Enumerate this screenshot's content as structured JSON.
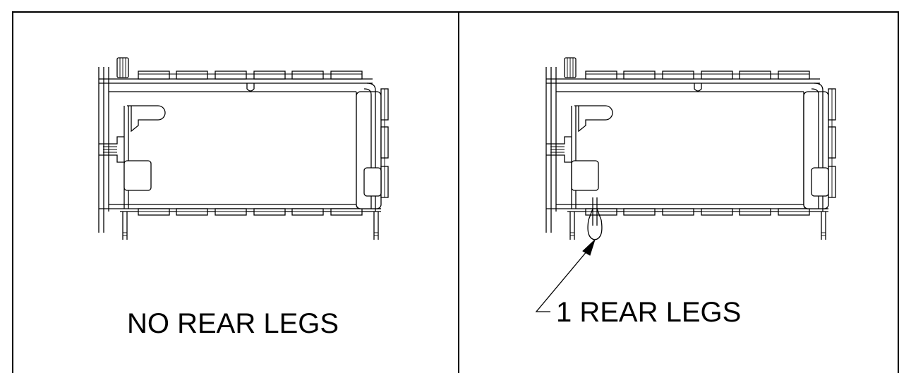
{
  "panels": [
    {
      "caption": "NO REAR LEGS",
      "rear_legs": 0
    },
    {
      "caption": "1 REAR LEGS",
      "rear_legs": 1
    }
  ]
}
